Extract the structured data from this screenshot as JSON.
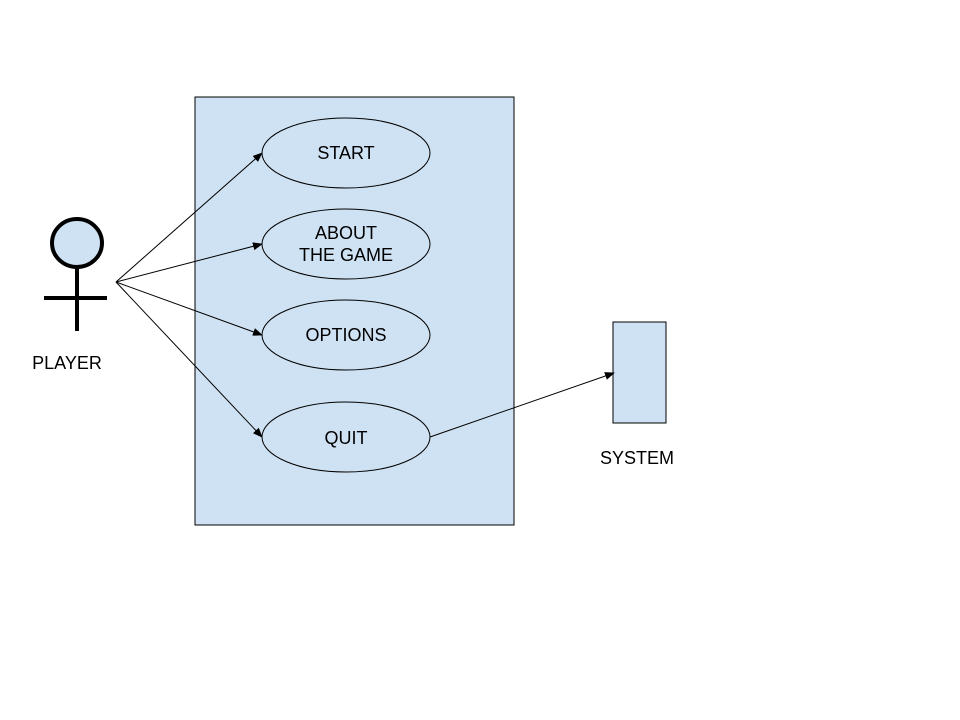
{
  "colors": {
    "fill": "#cfe2f3",
    "stroke": "#000000",
    "background": "#ffffff"
  },
  "actor": {
    "label": "PLAYER",
    "icon": "stick-figure-actor"
  },
  "use_cases": [
    {
      "id": "start",
      "lines": [
        "START"
      ]
    },
    {
      "id": "about",
      "lines": [
        "ABOUT",
        "THE GAME"
      ]
    },
    {
      "id": "options",
      "lines": [
        "OPTIONS"
      ]
    },
    {
      "id": "quit",
      "lines": [
        "QUIT"
      ]
    }
  ],
  "system": {
    "label": "SYSTEM"
  },
  "associations": [
    {
      "from": "PLAYER",
      "to": "START"
    },
    {
      "from": "PLAYER",
      "to": "ABOUT THE GAME"
    },
    {
      "from": "PLAYER",
      "to": "OPTIONS"
    },
    {
      "from": "PLAYER",
      "to": "QUIT"
    },
    {
      "from": "QUIT",
      "to": "SYSTEM"
    }
  ]
}
